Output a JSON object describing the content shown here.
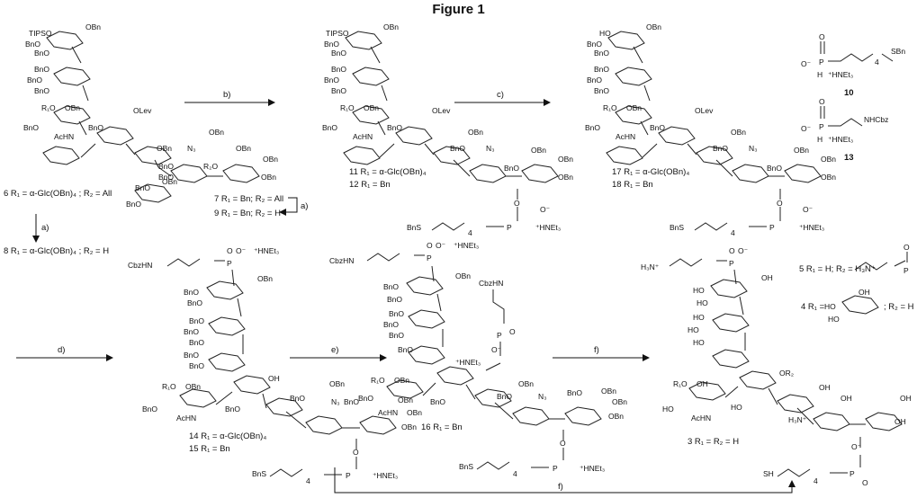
{
  "title": "Figure 1",
  "arrows": {
    "b": "b)",
    "c": "c)",
    "a1": "a)",
    "a2": "a)",
    "d": "d)",
    "e": "e)",
    "f1": "f)",
    "f2": "f)"
  },
  "compound_labels": {
    "c6": "6 R₁ = α-Glc(OBn)₄ ; R₂ = All",
    "c7": "7 R₁ = Bn; R₂ = All",
    "c9": "9 R₁ = Bn; R₂ = H",
    "c8": "8 R₁ = α-Glc(OBn)₄ ; R₂ = H",
    "c11": "11 R₁ = α-Glc(OBn)₄",
    "c12": "12 R₁ = Bn",
    "c17": "17 R₁ = α-Glc(OBn)₄",
    "c18": "18 R₁ = Bn",
    "c10": "10",
    "c13": "13",
    "c14": "14 R₁ = α-Glc(OBn)₄",
    "c15": "15 R₁ = Bn",
    "c16": "16 R₁ = Bn",
    "c5": "5 R₁ = H; R₂ = H₃N⁺",
    "c4a": "4 R₁ =",
    "c4b": "; R₂ = H",
    "c3": "3 R₁ = R₂ = H"
  },
  "substituents": {
    "tipso": "TIPSO",
    "obn": "OBn",
    "bno": "BnO",
    "olev": "OLev",
    "r1o": "R₁O",
    "r2o": "R₂O",
    "achn": "AcHN",
    "n3": "N₃",
    "bns": "BnS",
    "hnet3": "⁺HNEt₃",
    "ho": "HO",
    "oh": "OH",
    "cbzhn": "CbzHN",
    "nhcbz": "NHCbz",
    "sbn": "SBn",
    "hs": "SH",
    "h3n": "H₃N⁺",
    "or2": "OR₂",
    "p": "P",
    "o": "O",
    "ominus": "O⁻",
    "sub4": "4",
    "h": "H"
  }
}
